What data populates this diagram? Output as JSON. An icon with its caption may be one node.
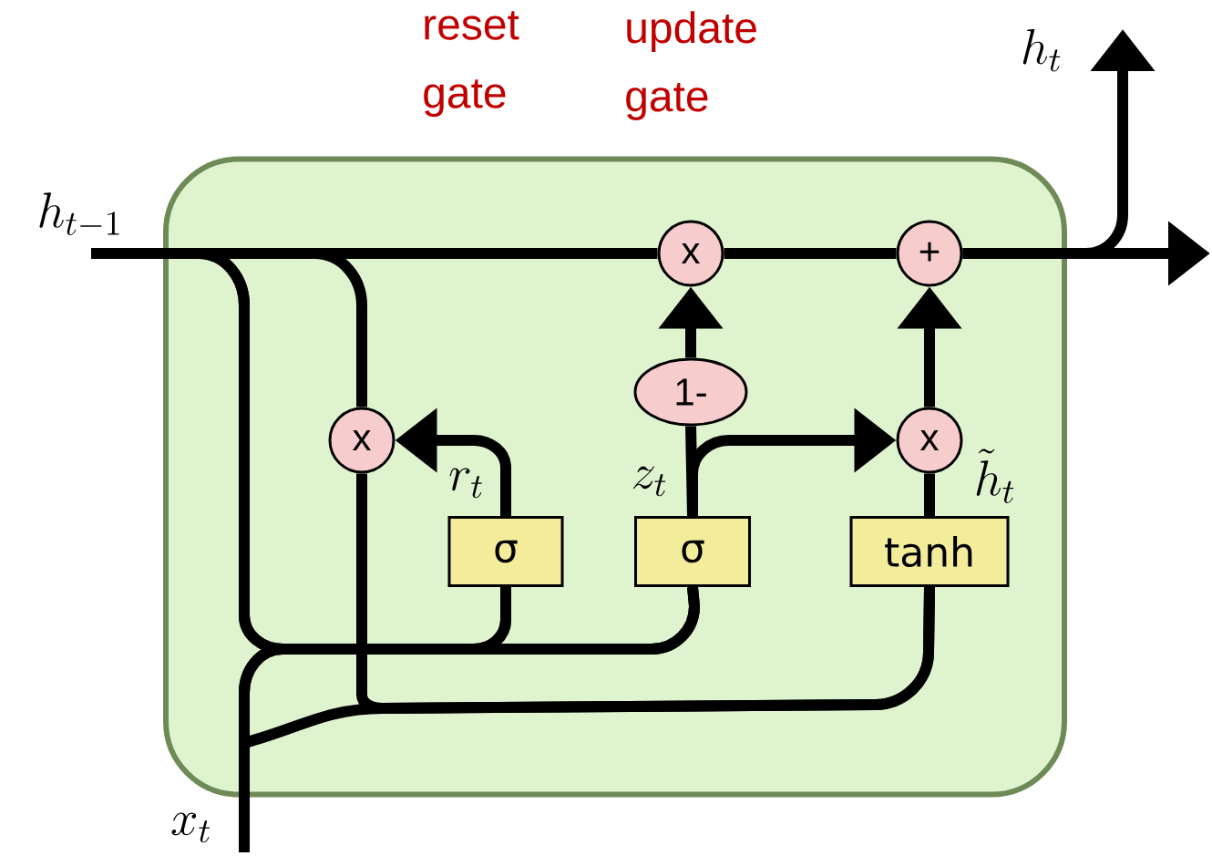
{
  "diagram": {
    "nodes": [
      {
        "text": [],
        "shape": "box"
      },
      {
        "text": [
          "x"
        ],
        "in": 0
      },
      {
        "text": [
          "+"
        ],
        "in": 0
      },
      {
        "text": [
          "1-"
        ],
        "in": 0
      },
      {
        "text": [
          "x"
        ],
        "in": 0
      },
      {
        "text": [
          "x"
        ],
        "in": 0
      },
      {
        "text": [
          "σ"
        ],
        "in": 0
      },
      {
        "text": [
          "σ"
        ],
        "in": 0
      },
      {
        "text": [
          "tanh"
        ],
        "in": 0
      }
    ],
    "edges": [
      {
        "from": null,
        "to": 1,
        "arrow": "none"
      },
      {
        "from": 1,
        "to": 2,
        "arrow": "none"
      },
      {
        "from": 2,
        "to": null,
        "arrow": "to"
      },
      {
        "from": 2,
        "to": null,
        "arrow": "to"
      },
      {
        "from": null,
        "to": 4,
        "arrow": "none"
      },
      {
        "from": null,
        "to": 6,
        "arrow": "none"
      },
      {
        "from": null,
        "to": 7,
        "arrow": "none"
      },
      {
        "from": null,
        "to": 6,
        "arrow": "none"
      },
      {
        "from": null,
        "to": 7,
        "arrow": "none"
      },
      {
        "from": null,
        "to": 8,
        "arrow": "none"
      },
      {
        "from": 4,
        "to": 8,
        "arrow": "none"
      },
      {
        "from": 6,
        "to": 4,
        "arrow": "to"
      },
      {
        "from": 7,
        "to": 3,
        "arrow": "none"
      },
      {
        "from": 3,
        "to": 1,
        "arrow": "to"
      },
      {
        "from": 7,
        "to": 5,
        "arrow": "to"
      },
      {
        "from": 8,
        "to": 5,
        "arrow": "none"
      },
      {
        "from": 5,
        "to": 2,
        "arrow": "to"
      }
    ],
    "labels": [
      "reset gate",
      "update gate",
      "h_t",
      "h_{t-1}",
      "r_t",
      "z_t",
      "\\tilde{h}_t",
      "x_t"
    ]
  }
}
